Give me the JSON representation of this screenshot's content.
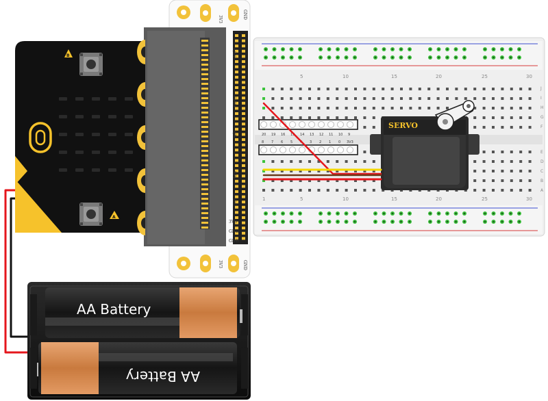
{
  "microbit": {
    "button_a": "A",
    "button_b": "B"
  },
  "breakout": {
    "pin_labels": [
      "3V3",
      "GND",
      "3V3",
      "GND"
    ],
    "group_labels": [
      "A/IN",
      "GPIO",
      "A/N",
      "SPI",
      "I2C"
    ],
    "side_labels": [
      "3V3",
      "GND",
      "GND"
    ]
  },
  "breadboard": {
    "col_numbers_top": [
      "5",
      "10",
      "15",
      "20",
      "25",
      "30"
    ],
    "col_numbers_bottom": [
      "1",
      "5",
      "10",
      "15",
      "20",
      "25",
      "30"
    ],
    "row_letters": [
      "J",
      "I",
      "H",
      "G",
      "F",
      "E",
      "D",
      "C",
      "B",
      "A"
    ],
    "pin_row": [
      "20",
      "19",
      "16",
      "15",
      "14",
      "13",
      "12",
      "11",
      "10",
      "9"
    ],
    "pin_row2": [
      "8",
      "7",
      "6",
      "5",
      "4",
      "3",
      "2",
      "1",
      "0",
      "3V3"
    ]
  },
  "servo": {
    "label": "SERVO"
  },
  "battery": {
    "top_label": "AA Battery",
    "bottom_label": "AA Battery"
  },
  "colors": {
    "microbit_body": "#111111",
    "microbit_accent": "#f6c22b",
    "wire_red": "#e4161c",
    "wire_yellow": "#f5d800",
    "wire_black": "#111111",
    "pad_gold": "#f2c23a",
    "breadboard_hole_green": "#3cc33c",
    "battery_copper": "#d8884a"
  }
}
